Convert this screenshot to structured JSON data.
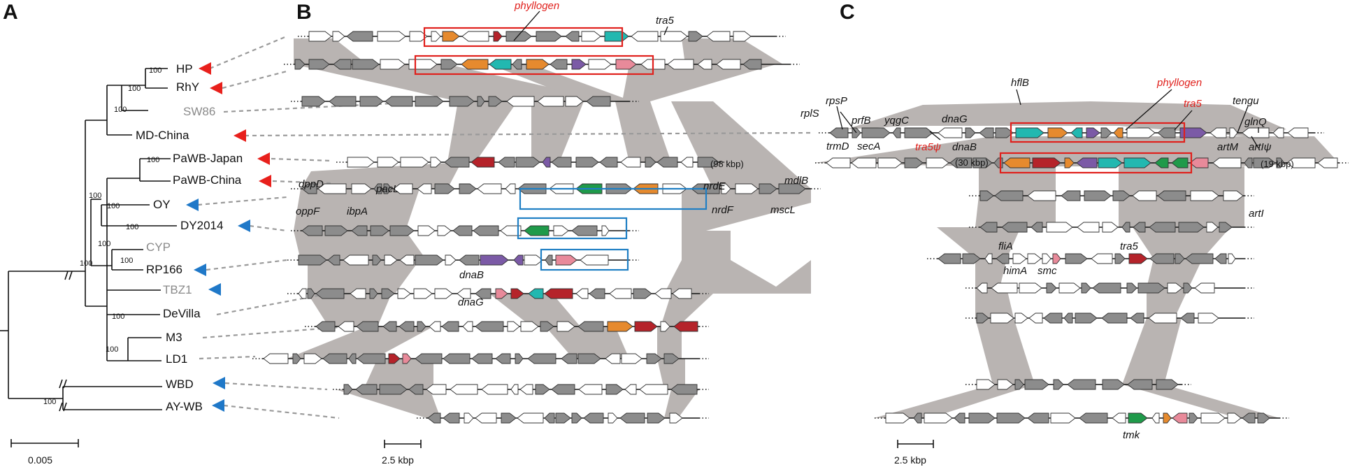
{
  "panels": {
    "a": "A",
    "b": "B",
    "c": "C"
  },
  "tree": {
    "taxa": [
      {
        "name": "HP",
        "color": "black",
        "marker": "red"
      },
      {
        "name": "RhY",
        "color": "black",
        "marker": "red"
      },
      {
        "name": "SW86",
        "color": "grey",
        "marker": "none"
      },
      {
        "name": "MD-China",
        "color": "black",
        "marker": "red"
      },
      {
        "name": "PaWB-Japan",
        "color": "black",
        "marker": "red"
      },
      {
        "name": "PaWB-China",
        "color": "black",
        "marker": "red"
      },
      {
        "name": "OY",
        "color": "black",
        "marker": "blue"
      },
      {
        "name": "DY2014",
        "color": "black",
        "marker": "blue"
      },
      {
        "name": "CYP",
        "color": "grey",
        "marker": "blue"
      },
      {
        "name": "RP166",
        "color": "black",
        "marker": "blue"
      },
      {
        "name": "TBZ1",
        "color": "grey",
        "marker": "blue"
      },
      {
        "name": "DeVilla",
        "color": "black",
        "marker": "none"
      },
      {
        "name": "M3",
        "color": "black",
        "marker": "none"
      },
      {
        "name": "LD1",
        "color": "black",
        "marker": "none"
      },
      {
        "name": "WBD",
        "color": "black",
        "marker": "blue"
      },
      {
        "name": "AY-WB",
        "color": "black",
        "marker": "blue"
      }
    ],
    "bootstrap": [
      "100",
      "100",
      "100",
      "100",
      "100",
      "100",
      "100",
      "100",
      "100",
      "100",
      "100",
      "100",
      "100"
    ],
    "scale_label": "0.005"
  },
  "panel_b": {
    "genes_red": [
      "phyllogen"
    ],
    "genes": [
      "tra5",
      "dppD",
      "pacL",
      "oppF",
      "ibpA",
      "nrdE",
      "nrdF",
      "mdlB",
      "mscL",
      "dnaB",
      "dnaG"
    ],
    "inline_labels": [
      "(98 kbp)"
    ],
    "scale_label": "2.5 kbp"
  },
  "panel_c": {
    "genes_red": [
      "phyllogen",
      "tra5",
      "tra5ψ"
    ],
    "genes": [
      "hflB",
      "rplS",
      "rpsP",
      "prfB",
      "yqgC",
      "dnaG",
      "tengu",
      "glnQ",
      "trmD",
      "secA",
      "dnaB",
      "artM",
      "artIψ",
      "artI",
      "fliA",
      "himA",
      "smc",
      "tra5",
      "tmk"
    ],
    "inline_labels": [
      "(30 kbp)",
      "(19 kbp)"
    ],
    "scale_label": "2.5 kbp"
  },
  "colors": {
    "marker_red": "#e8201c",
    "marker_blue": "#1f78c8",
    "box_red": "#e0201c",
    "box_blue": "#1f7fc4",
    "band_grey": "#b9b4b2",
    "gene_grey": "#8c8c8c",
    "accent_green": "#1f9a4a",
    "accent_teal": "#22b8b0",
    "accent_darkred": "#b5232a",
    "accent_pink": "#e88a9a",
    "accent_orange": "#e68a2e",
    "accent_purple": "#7b5aa6"
  }
}
